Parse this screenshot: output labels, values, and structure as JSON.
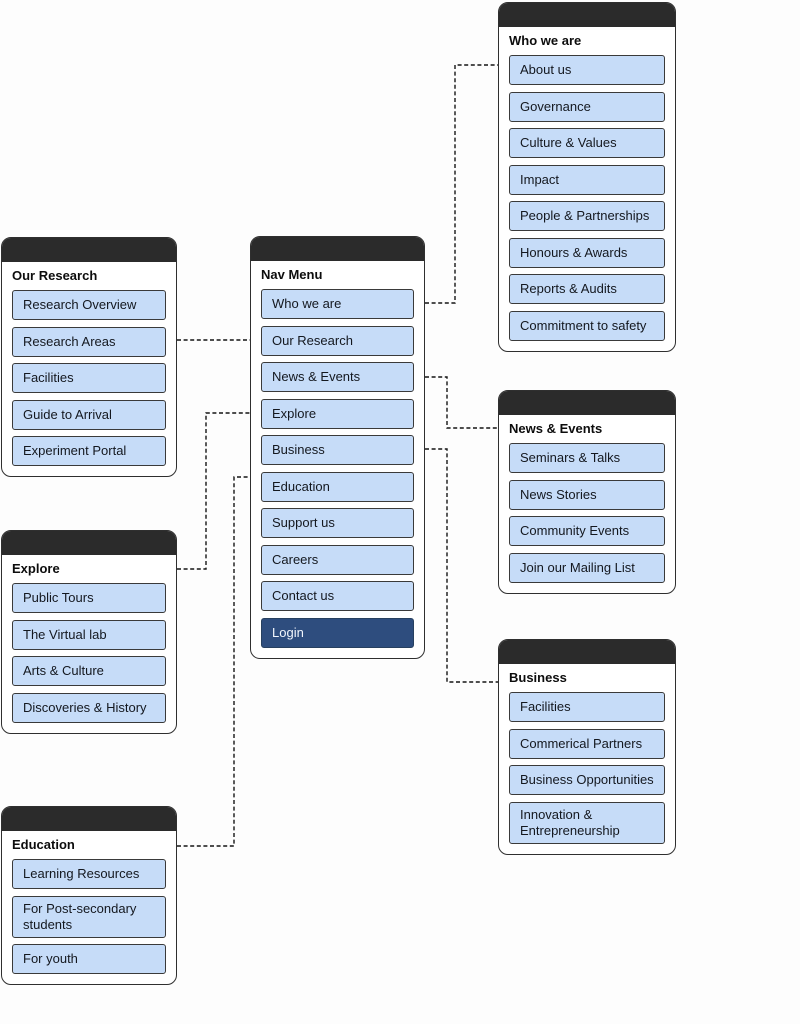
{
  "colors": {
    "background": "#fdfdfd",
    "panel_bg": "#ffffff",
    "panel_border": "#2f2f2f",
    "header_bar": "#2b2b2b",
    "item_fill": "#c6dcf8",
    "item_border": "#3a3a3a",
    "item_text": "#14181f",
    "login_fill": "#2e4d7e",
    "login_border": "#27405f",
    "login_text": "#f2f6fc",
    "connector": "#141414"
  },
  "panels": {
    "who_we_are": {
      "title": "Who we are",
      "items": [
        {
          "label": "About us"
        },
        {
          "label": "Governance"
        },
        {
          "label": "Culture & Values"
        },
        {
          "label": "Impact"
        },
        {
          "label": "People & Partnerships"
        },
        {
          "label": "Honours & Awards"
        },
        {
          "label": "Reports & Audits"
        },
        {
          "label": "Commitment to safety"
        }
      ]
    },
    "our_research": {
      "title": "Our Research",
      "items": [
        {
          "label": "Research Overview"
        },
        {
          "label": "Research Areas"
        },
        {
          "label": "Facilities"
        },
        {
          "label": "Guide to Arrival"
        },
        {
          "label": "Experiment Portal"
        }
      ]
    },
    "nav_menu": {
      "title": "Nav Menu",
      "items": [
        {
          "label": "Who we are"
        },
        {
          "label": "Our Research"
        },
        {
          "label": "News & Events"
        },
        {
          "label": "Explore"
        },
        {
          "label": "Business"
        },
        {
          "label": "Education"
        },
        {
          "label": "Support us"
        },
        {
          "label": "Careers"
        },
        {
          "label": "Contact us"
        },
        {
          "label": "Login",
          "variant": "login"
        }
      ]
    },
    "news_events": {
      "title": "News & Events",
      "items": [
        {
          "label": "Seminars & Talks"
        },
        {
          "label": "News Stories"
        },
        {
          "label": "Community Events"
        },
        {
          "label": "Join our Mailing List"
        }
      ]
    },
    "explore": {
      "title": "Explore",
      "items": [
        {
          "label": "Public Tours"
        },
        {
          "label": "The Virtual lab"
        },
        {
          "label": "Arts & Culture"
        },
        {
          "label": "Discoveries & History"
        }
      ]
    },
    "business": {
      "title": "Business",
      "items": [
        {
          "label": "Facilities"
        },
        {
          "label": "Commerical Partners"
        },
        {
          "label": "Business Opportunities"
        },
        {
          "label": "Innovation & Entrepreneurship"
        }
      ]
    },
    "education": {
      "title": "Education",
      "items": [
        {
          "label": "Learning Resources"
        },
        {
          "label": "For Post-secondary students"
        },
        {
          "label": "For youth"
        }
      ]
    }
  },
  "connections": [
    {
      "from": "nav_menu:Who we are",
      "to": "who_we_are:About us"
    },
    {
      "from": "our_research:Research Areas",
      "to": "nav_menu:Our Research"
    },
    {
      "from": "nav_menu:News & Events",
      "to": "news_events"
    },
    {
      "from": "explore",
      "to": "nav_menu:Explore"
    },
    {
      "from": "nav_menu:Business",
      "to": "business"
    },
    {
      "from": "education",
      "to": "nav_menu:Education"
    }
  ]
}
